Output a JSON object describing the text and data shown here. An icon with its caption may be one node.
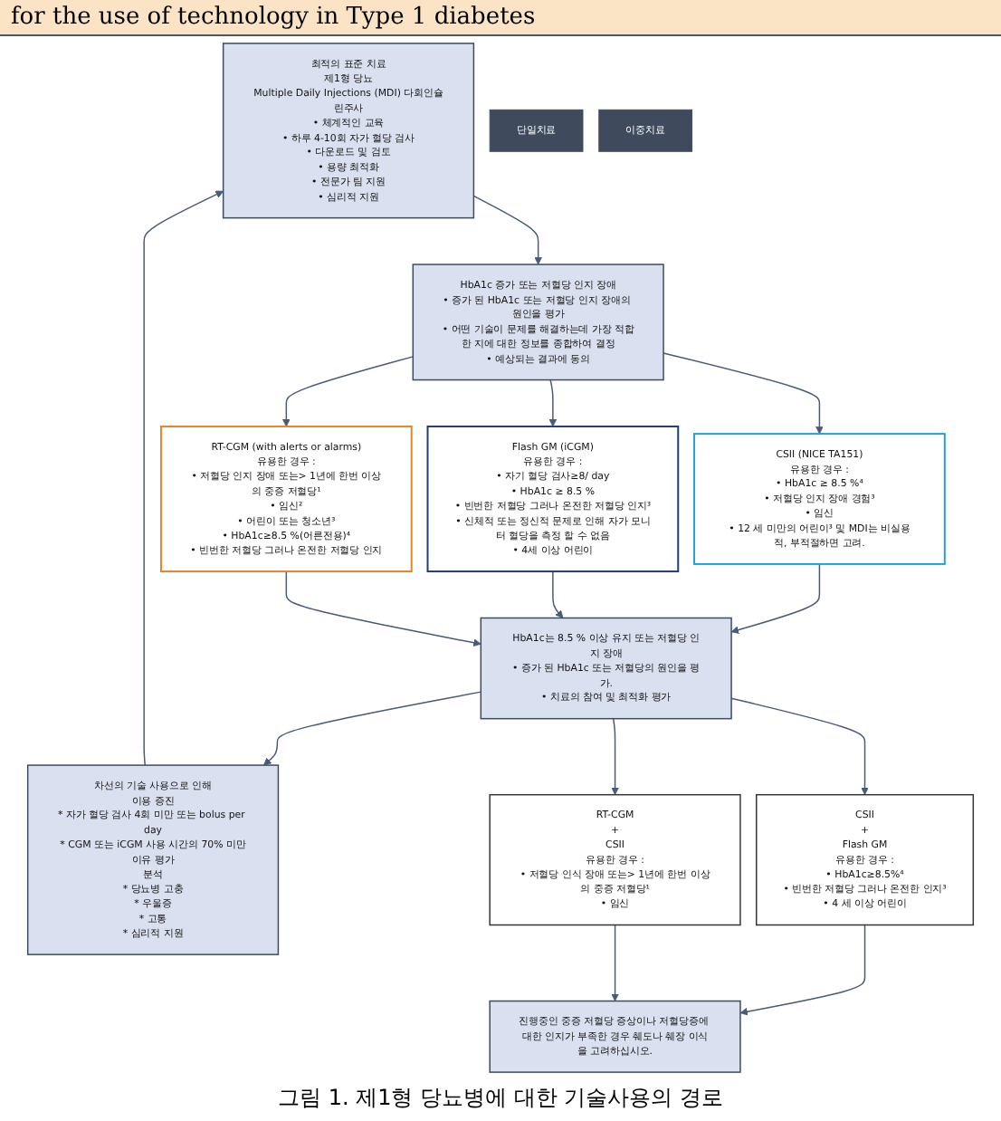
{
  "diagram": {
    "title": "for the use of technology in Type 1 diabetes",
    "caption": "그림 1. 제1형 당뇨병에 대한 기술사용의 경로",
    "nodes": [
      {
        "text": [
          "최적의 표준 치료",
          "제1형 당뇨",
          "Multiple Daily Injections (MDI) 다회인슐린주사",
          "• 체계적인 교육",
          "• 하루 4-10회 자가 혈당 검사",
          "• 다운로드 및 검토",
          "• 용량 최적화",
          "• 전문가 팀 지원",
          "• 심리적 지원"
        ]
      },
      {
        "text": [
          "HbA1c 증가 또는 저혈당 인지 장애",
          "• 증가 된 HbA1c 또는 저혈당 인지 장애의 원인을 평가",
          "• 어떤 기술이 문제를 해결하는데 가장 적합한 지에 대한 정보를 종합하여 결정",
          "• 예상되는 결과에 동의"
        ]
      },
      {
        "text": [
          "단일치료"
        ]
      },
      {
        "text": [
          "CSII (NICE TA151)",
          "유용한 경우 :",
          "• HbA1c ≥ 8.5 %⁴",
          "• 저혈당 인지 장애 경험³",
          "• 임신",
          "• 12 세 미만의 어린이³ 및 MDI는 비실용적, 부적절하면 고려."
        ]
      },
      {
        "text": [
          "Flash GM (iCGM)",
          "유용한 경우 :",
          "• 자기 혈당 검사≥8/ day",
          "• HbA1c ≥ 8.5 %",
          "• 빈번한 저혈당 그러나 온전한 저혈당 인지³",
          "• 신체적 또는 정신적 문제로 인해 자가 모니터 혈당을 측정 할 수 없음",
          "• 4세 이상 어린이"
        ]
      },
      {
        "text": [
          "RT-CGM (with alerts or alarms)",
          "유용한 경우 :",
          "• 저혈당 인지 장애 또는> 1년에 한번 이상의 중증 저혈당¹",
          "• 임신²",
          "• 어린이 또는 청소년³",
          "• HbA1c≥8.5 %(어른전용)⁴",
          "• 빈번한 저혈당 그러나 온전한 저혈당 인지"
        ]
      },
      {
        "text": [
          "차선의 기술 사용으로 인해",
          "이용 증진",
          "* 자가 혈당 검사 4회 미만 또는 bolus per day",
          "* CGM 또는 iCGM 사용 시간의 70% 미만",
          "이유 평가",
          "분석",
          "* 당뇨병 고충",
          "* 우울증",
          "* 고통",
          "* 심리적 지원"
        ]
      },
      {
        "text": [
          "HbA1c는 8.5 % 이상 유지 또는 저혈당 인지 장애",
          "• 증가 된 HbA1c 또는 저혈당의 원인을 평가.",
          "• 치료의 참여 및 최적화 평가"
        ]
      },
      {
        "text": [
          "이중치료"
        ]
      },
      {
        "text": [
          "CSII",
          "+",
          "Flash GM",
          "유용한 경우 :",
          "• HbA1c≥8.5%⁴",
          "• 빈번한 저혈당 그러나 온전한 인지³",
          "• 4 세 이상 어린이"
        ]
      },
      {
        "text": [
          "RT-CGM",
          "+",
          "CSII",
          "유용한 경우 :",
          "• 저혈당 인식 장애 또는> 1년에 한번 이상의 중증 저혈당¹",
          "• 임신"
        ]
      },
      {
        "text": [
          "진행중인 중증 저혈당 증상이나 저혈당증에 대한 인지가 부족한 경우 췌도나 췌장 이식을 고려하십시오."
        ]
      }
    ],
    "edges": [
      {
        "from": 0,
        "to": 1,
        "arrow": "to"
      },
      {
        "from": 1,
        "to": 3,
        "arrow": "to"
      },
      {
        "from": 1,
        "to": 4,
        "arrow": "to"
      },
      {
        "from": 1,
        "to": 5,
        "arrow": "to"
      },
      {
        "from": 3,
        "to": 7,
        "arrow": "to"
      },
      {
        "from": 4,
        "to": 7,
        "arrow": "to"
      },
      {
        "from": 5,
        "to": 7,
        "arrow": "to"
      },
      {
        "from": 7,
        "to": 6,
        "arrow": "to"
      },
      {
        "from": 6,
        "to": 0,
        "arrow": "to"
      },
      {
        "from": 7,
        "to": 9,
        "arrow": "to"
      },
      {
        "from": 7,
        "to": 10,
        "arrow": "to"
      },
      {
        "from": 9,
        "to": 11,
        "arrow": "to"
      },
      {
        "from": 10,
        "to": 11,
        "arrow": "to"
      }
    ]
  }
}
